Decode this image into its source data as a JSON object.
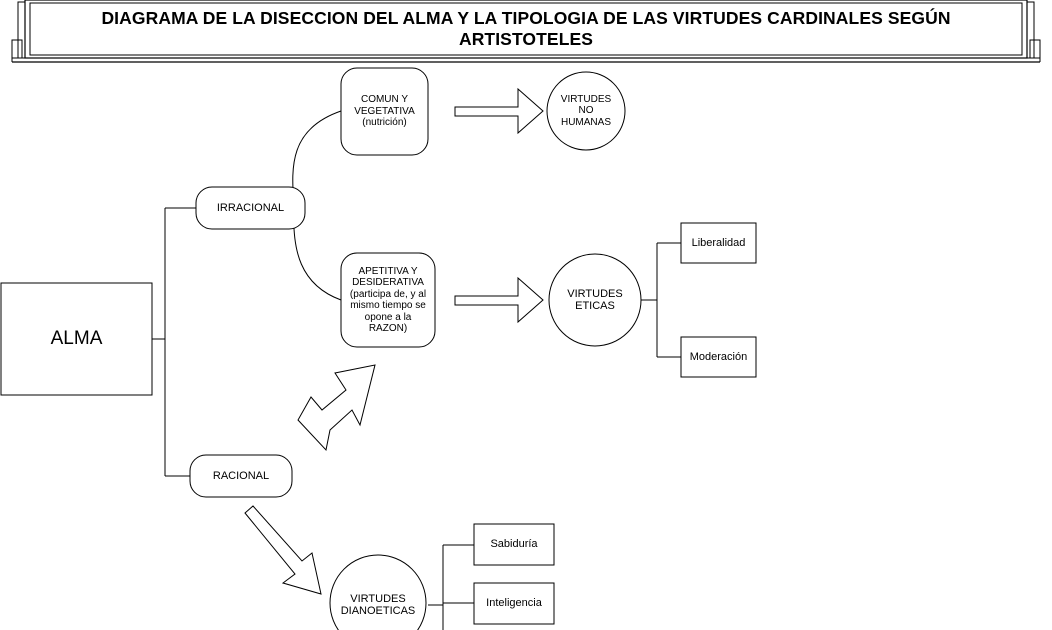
{
  "title": {
    "line1": "DIAGRAMA DE LA DISECCION DEL ALMA Y LA TIPOLOGIA DE LAS VIRTUDES CARDINALES SEGÚN",
    "line2": "ARTISTOTELES"
  },
  "nodes": {
    "alma": "ALMA",
    "irracional": "IRRACIONAL",
    "racional": "RACIONAL",
    "comun": {
      "l1": "COMUN Y",
      "l2": "VEGETATIVA",
      "l3": "(nutrición)"
    },
    "apetitiva": {
      "l1": "APETITIVA Y",
      "l2": "DESIDERATIVA",
      "l3": "(participa de, y al",
      "l4": "mismo tiempo se",
      "l5": "opone a la",
      "l6": "RAZON)"
    },
    "virtudes_no_humanas": {
      "l1": "VIRTUDES",
      "l2": "NO",
      "l3": "HUMANAS"
    },
    "virtudes_eticas": {
      "l1": "VIRTUDES",
      "l2": "ETICAS"
    },
    "virtudes_dianoeticas": {
      "l1": "VIRTUDES",
      "l2": "DIANOETICAS"
    },
    "liberalidad": "Liberalidad",
    "moderacion": "Moderación",
    "sabiduria": "Sabiduría",
    "inteligencia": "Inteligencia"
  },
  "colors": {
    "stroke": "#000000",
    "fill": "#ffffff"
  }
}
